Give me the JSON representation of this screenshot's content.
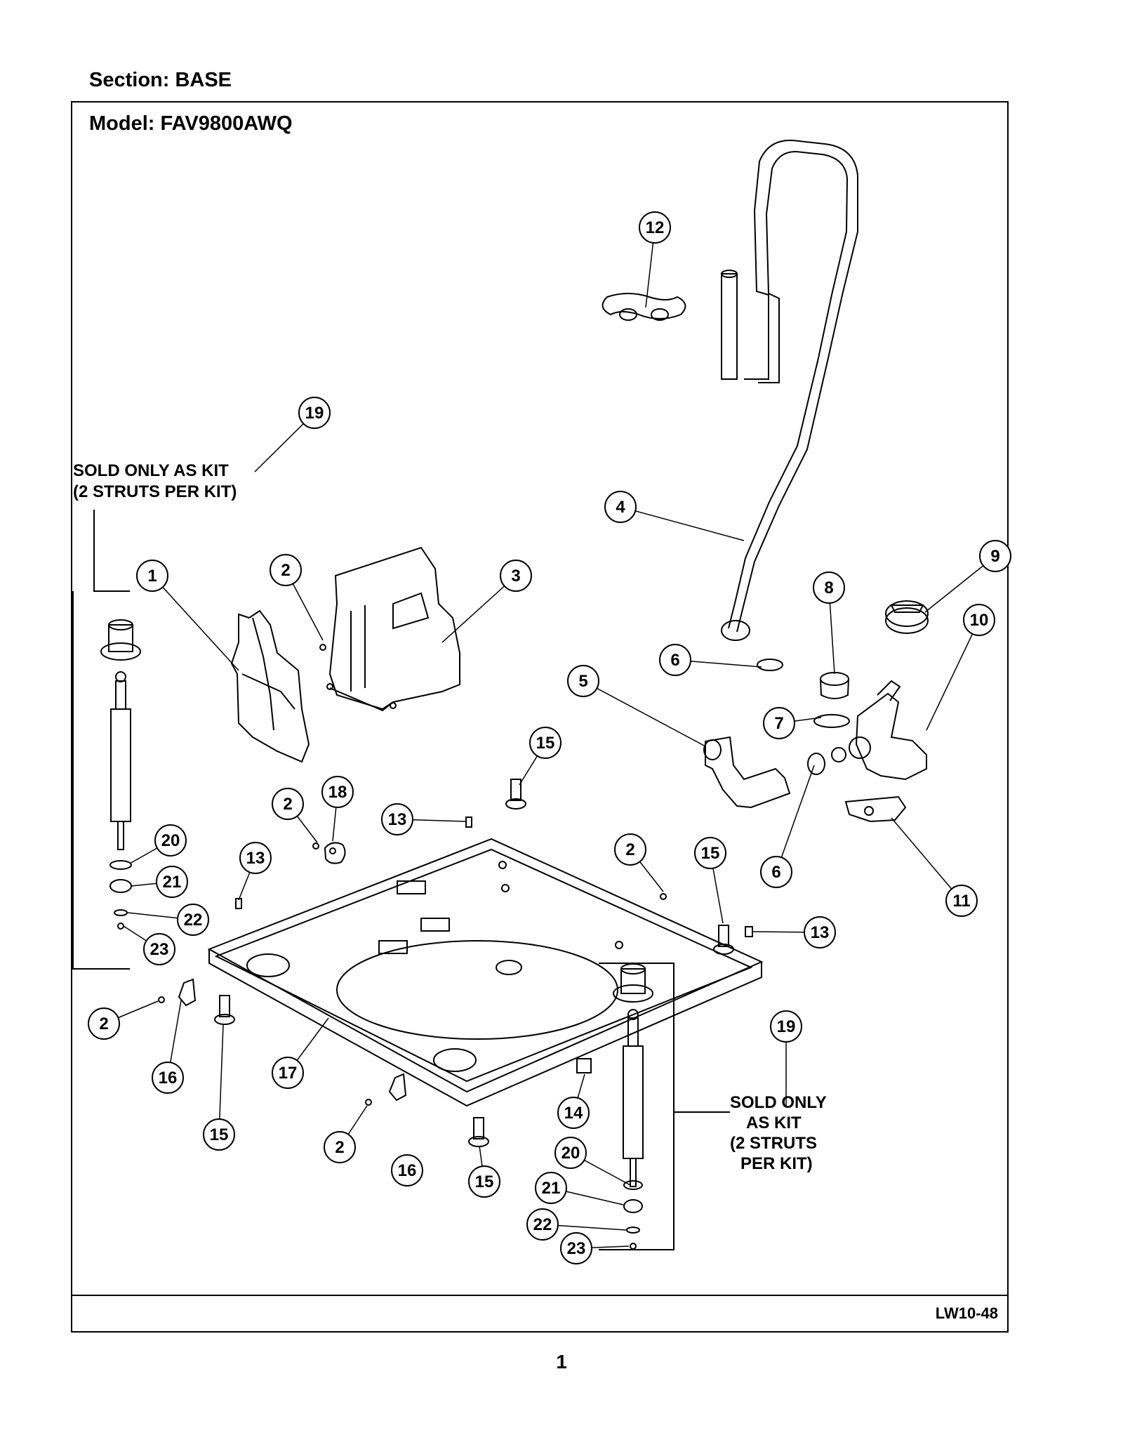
{
  "header": {
    "section": "Section:  BASE",
    "model": "Model:  FAV9800AWQ"
  },
  "kit_notes": {
    "left": [
      "SOLD ONLY AS KIT",
      "(2 STRUTS PER KIT)"
    ],
    "right": [
      "SOLD ONLY",
      "AS KIT",
      "(2 STRUTS",
      "PER KIT)"
    ]
  },
  "callouts": [
    "1",
    "2",
    "3",
    "4",
    "5",
    "6",
    "7",
    "8",
    "9",
    "10",
    "11",
    "12",
    "13",
    "14",
    "15",
    "16",
    "17",
    "18",
    "19",
    "20",
    "21",
    "22",
    "23"
  ],
  "footer": {
    "code": "LW10-48",
    "page": "1"
  }
}
